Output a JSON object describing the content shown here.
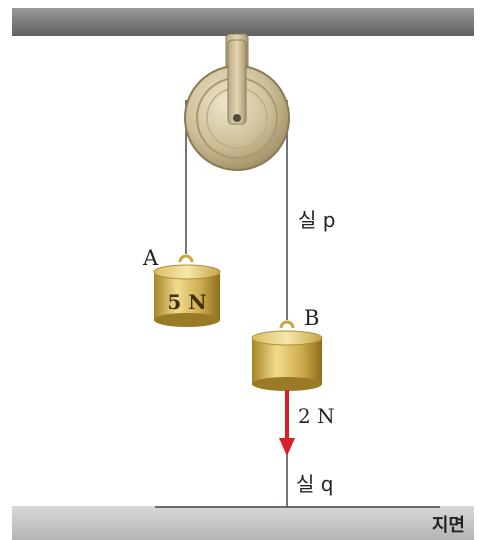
{
  "labels": {
    "block_a": "A",
    "block_a_weight": "5 N",
    "block_b": "B",
    "string_p": "실 p",
    "force_value": "2 N",
    "string_q": "실 q",
    "ground": "지면"
  },
  "colors": {
    "ceiling": "#878787",
    "ground": "#c3c3c3",
    "string": "#4a5560",
    "force_arrow": "#d61f26",
    "block_gold": "#c9a54a"
  },
  "icons": {
    "pulley": "pulley-icon",
    "force_arrow": "down-arrow-icon"
  }
}
